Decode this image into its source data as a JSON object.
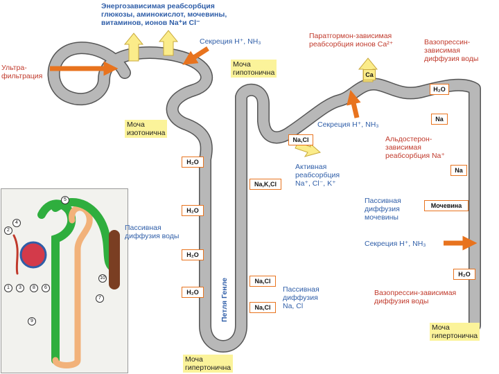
{
  "labels": {
    "energy_reabsorption": "Энергозависимая реабсорбция\nглюкозы, аминокислот, мочевины,\nвитаминов, ионов Na⁺и Cl⁻",
    "secretion_top": "Секреция H⁺, NH₃",
    "ultrafiltration": "Ультра-\nфильтрация",
    "urine_isotonic": "Моча\nизотонична",
    "urine_hypotonic": "Моча\nгипотонична",
    "parathormone": "Паратгормон-зависимая\nреабсорбция ионов Ca²⁺",
    "vasopressin_top": "Вазопрессин-\nзависимая\nдиффузия воды",
    "secretion_mid": "Секреция H⁺, NH₃",
    "aldosterone": "Альдостерон-\nзависимая\nреабсорбция Na⁺",
    "active_reabsorption": "Активная\nреабсорбция\nNa⁺, Cl⁻, K⁺",
    "passive_water": "Пассивная\nдиффузия воды",
    "passive_urea": "Пассивная\nдиффузия\nмочевины",
    "secretion_right": "Секреция H⁺, NH₃",
    "vasopressin_bottom": "Вазопрессин-зависимая\nдиффузия воды",
    "passive_nacl": "Пассивная\nдиффузия\nNa, Cl",
    "loop_henle": "Петля Генле",
    "urine_hypertonic_bottom": "Моча\nгипертонична",
    "urine_hypertonic_right": "Моча\nгипертонична"
  },
  "boxes": {
    "h2o": "H₂O",
    "na_cl": "Na,Cl",
    "na_k_cl": "Na,K,Cl",
    "ca": "Ca",
    "na": "Na",
    "urea": "Мочевина"
  },
  "inset": {
    "numbers": [
      "1",
      "2",
      "3",
      "4",
      "5",
      "6",
      "7",
      "8",
      "9",
      "10"
    ]
  },
  "colors": {
    "tube": "#b8b8b8",
    "tube_outline": "#555555",
    "arrow_orange": "#e8731e",
    "arrow_yellow": "#fbec8a",
    "label_blue": "#2f5ea8",
    "label_red": "#c0392b",
    "highlight": "#fbf39a",
    "inset_green": "#2fae3e",
    "inset_peach": "#f2b27a",
    "inset_brown": "#7a3e22"
  }
}
